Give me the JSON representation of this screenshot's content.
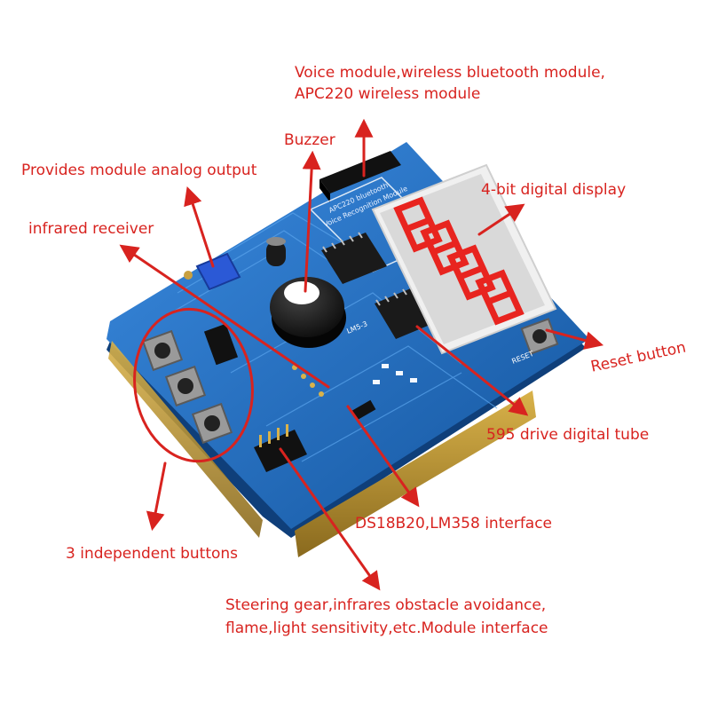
{
  "labels": {
    "voice_line1": "Voice module,wireless bluetooth module,",
    "voice_line2": "APC220 wireless module",
    "buzzer": "Buzzer",
    "analog": "Provides module analog output",
    "display": "4-bit digital display",
    "infrared": "infrared receiver",
    "reset": "Reset button",
    "tube": "595 drive digital tube",
    "ds18b20": "DS18B20,LM358 interface",
    "buttons": "3 independent buttons",
    "steering_line1": "Steering gear,infrares obstacle avoidance,",
    "steering_line2": "flame,light sensitivity,etc.Module interface"
  },
  "board_text": {
    "reset_silk": "RESET",
    "lm_silk": "LM5-3",
    "bt_silk": "APC220 bluetooth",
    "voice_silk": "Voice Recognition Module"
  },
  "colors": {
    "annotation": "#d8231f",
    "board": "#1f6fc2",
    "display_digit": "#e8241f"
  }
}
